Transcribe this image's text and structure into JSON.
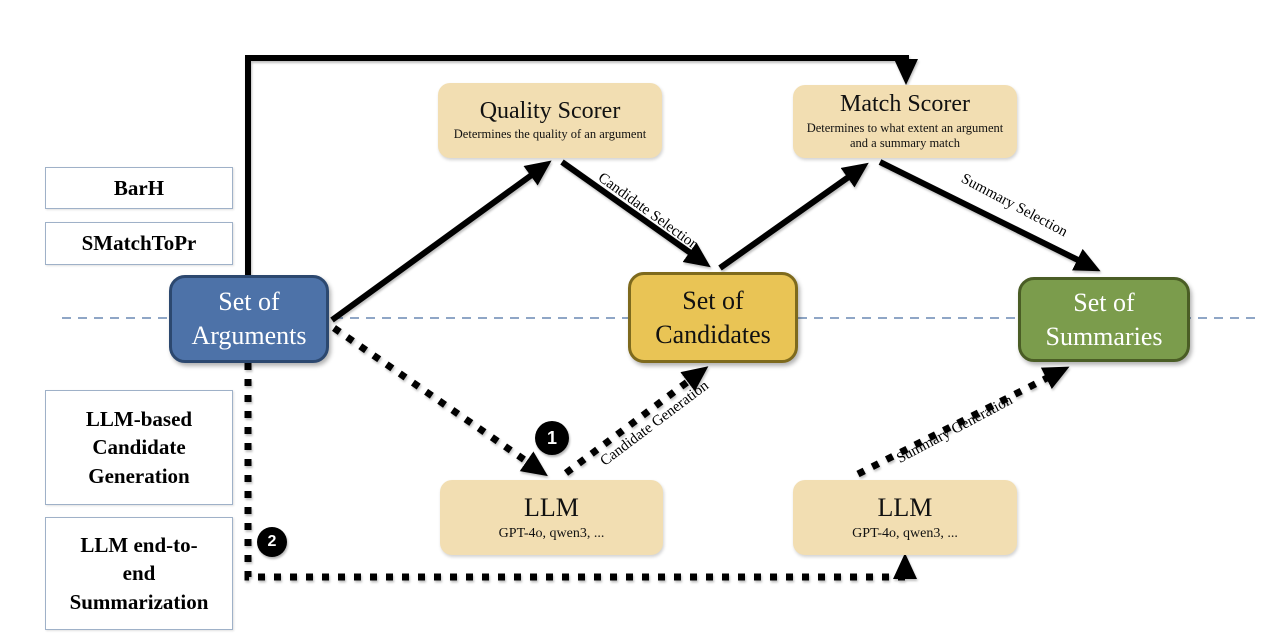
{
  "figure": {
    "type": "pipeline-diagram",
    "description_colors": {
      "stage_arguments_fill": "#4d72a8",
      "stage_candidates_fill": "#e9c455",
      "stage_summaries_fill": "#7b9c4c",
      "component_fill": "#f2deb2",
      "divider_line": "#8fa6c6",
      "arrow": "#000000"
    }
  },
  "method_labels": [
    {
      "lines": [
        "BarH"
      ]
    },
    {
      "lines": [
        "SMatchToPr"
      ]
    },
    {
      "lines": [
        "LLM-based",
        "Candidate",
        "Generation"
      ]
    },
    {
      "lines": [
        "LLM end-to-",
        "end",
        "Summarization"
      ]
    }
  ],
  "nodes": {
    "arguments": {
      "line1": "Set of",
      "line2": "Arguments"
    },
    "candidates": {
      "line1": "Set of",
      "line2": "Candidates"
    },
    "summaries": {
      "line1": "Set of",
      "line2": "Summaries"
    },
    "quality_scorer": {
      "title": "Quality Scorer",
      "subtitle": "Determines the quality of an argument"
    },
    "match_scorer": {
      "title": "Match Scorer",
      "subtitle": "Determines to what extent an argument and a summary match"
    },
    "llm_candidate": {
      "title": "LLM",
      "subtitle": "GPT-4o, qwen3, ..."
    },
    "llm_summary": {
      "title": "LLM",
      "subtitle": "GPT-4o, qwen3, ..."
    }
  },
  "edge_labels": {
    "candidate_selection": "Candidate Selection",
    "summary_selection": "Summary Selection",
    "candidate_generation": "Candidate Generation",
    "summary_generation": "Summary Generation"
  },
  "badges": {
    "one": "1",
    "two": "2"
  }
}
